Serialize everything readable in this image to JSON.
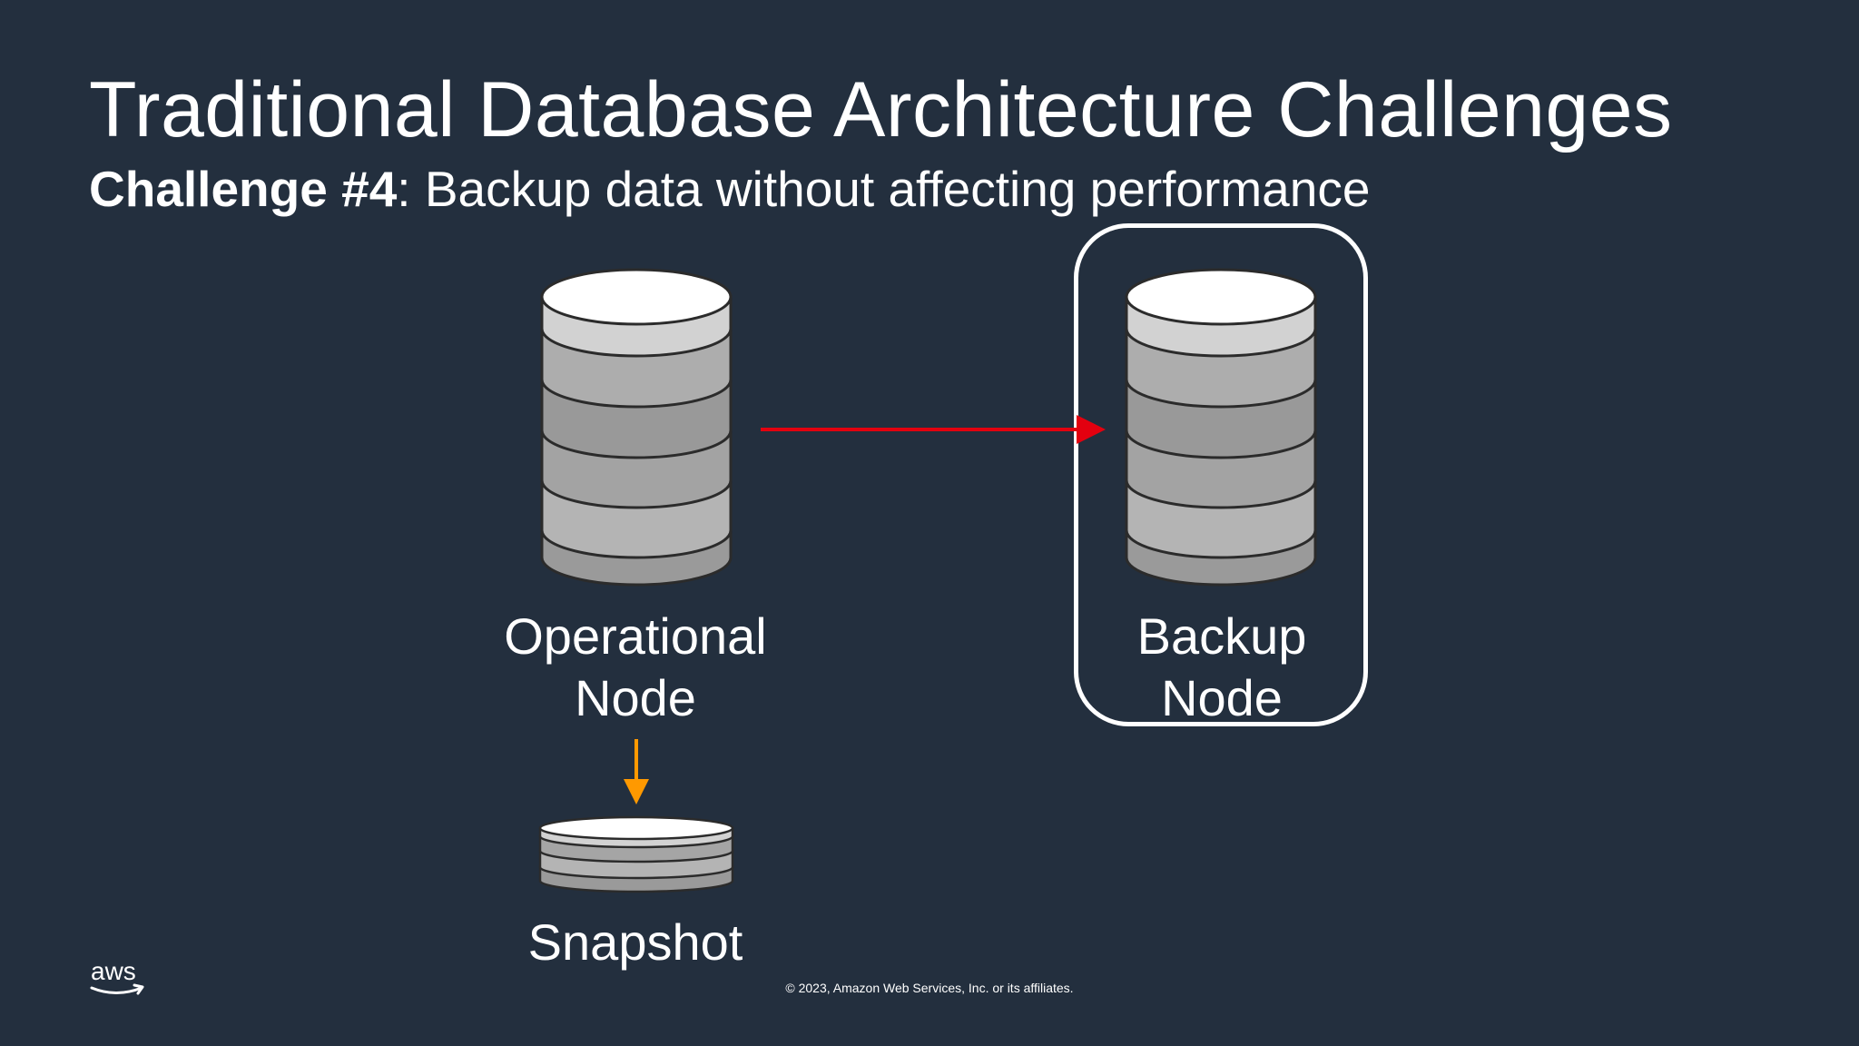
{
  "slide": {
    "title": "Traditional Database Architecture Challenges",
    "subtitle_bold": "Challenge #4",
    "subtitle_rest": ": Backup data without affecting performance"
  },
  "nodes": {
    "operational": {
      "line1": "Operational",
      "line2": "Node"
    },
    "backup": {
      "line1": "Backup",
      "line2": "Node"
    },
    "snapshot": {
      "label": "Snapshot"
    }
  },
  "arrows": {
    "replication_color": "#e3000f",
    "snapshot_color": "#ff9900"
  },
  "footer": {
    "logo_text": "aws",
    "copyright": "© 2023, Amazon Web Services, Inc. or its affiliates."
  }
}
